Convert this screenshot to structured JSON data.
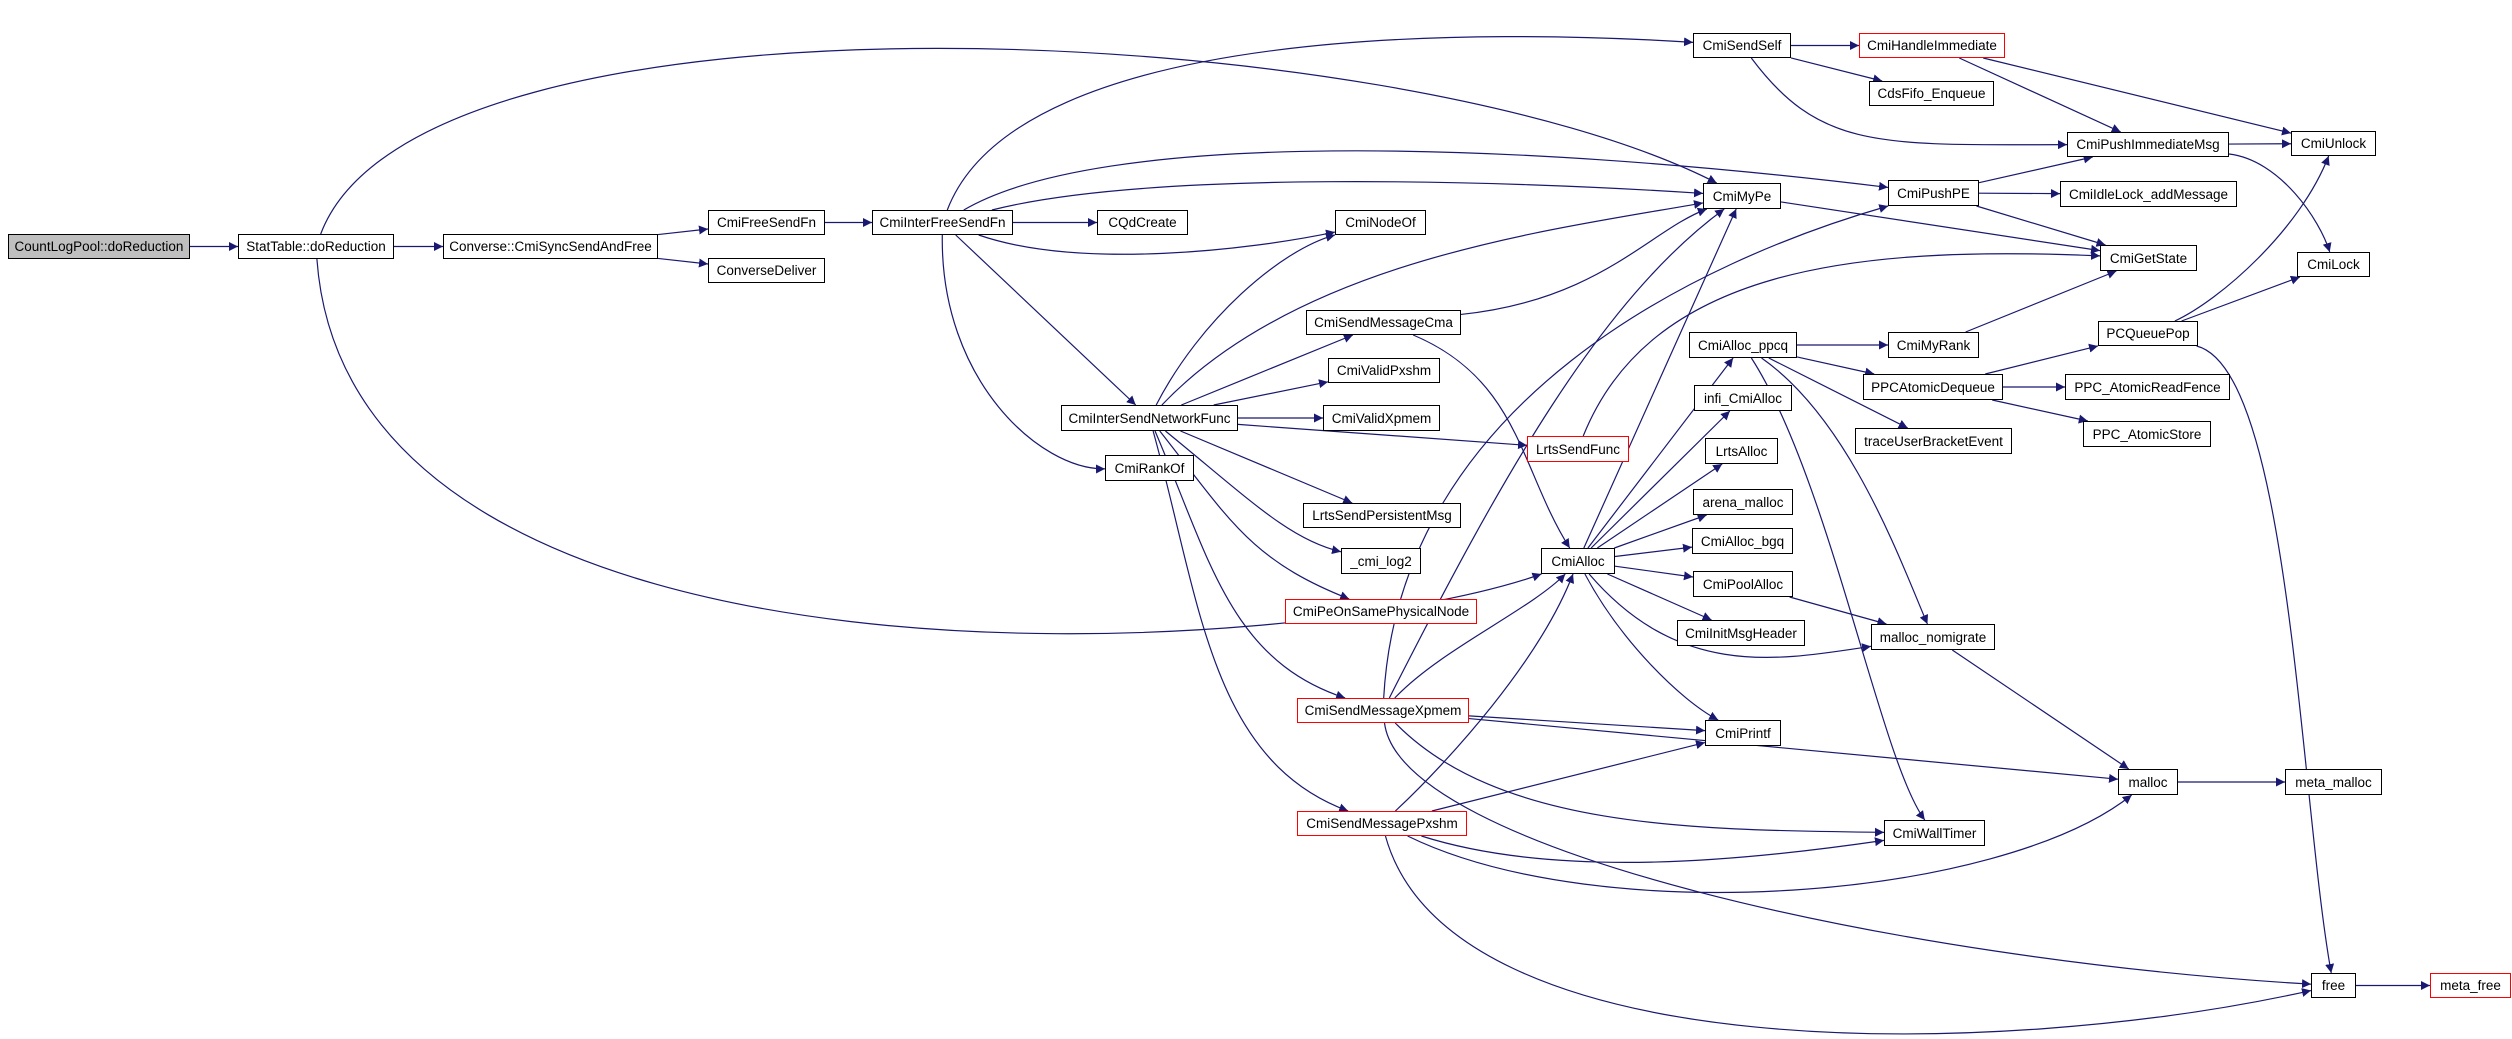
{
  "diagram": {
    "type": "call-graph",
    "edge_color": "#191970",
    "root_fill": "#bfbfbf",
    "external_border_color": "#ff0000",
    "nodes": [
      {
        "id": "countlogpool",
        "label": "CountLogPool::doReduction",
        "style": "root"
      },
      {
        "id": "stattable",
        "label": "StatTable::doReduction",
        "style": "normal"
      },
      {
        "id": "cmisyncsend",
        "label": "Converse::CmiSyncSendAndFree",
        "style": "normal"
      },
      {
        "id": "cmifreesendfn",
        "label": "CmiFreeSendFn",
        "style": "normal"
      },
      {
        "id": "conversedeliver",
        "label": "ConverseDeliver",
        "style": "normal"
      },
      {
        "id": "cmiinterfreesendfn",
        "label": "CmiInterFreeSendFn",
        "style": "normal"
      },
      {
        "id": "cqdcreate",
        "label": "CQdCreate",
        "style": "normal"
      },
      {
        "id": "cminodeof",
        "label": "CmiNodeOf",
        "style": "normal"
      },
      {
        "id": "cmisendself",
        "label": "CmiSendSelf",
        "style": "normal"
      },
      {
        "id": "cmihandleimmediate",
        "label": "CmiHandleImmediate",
        "style": "external"
      },
      {
        "id": "cdsfifoenqueue",
        "label": "CdsFifo_Enqueue",
        "style": "normal"
      },
      {
        "id": "cmipushimmediatemsg",
        "label": "CmiPushImmediateMsg",
        "style": "normal"
      },
      {
        "id": "cmiunlock",
        "label": "CmiUnlock",
        "style": "normal"
      },
      {
        "id": "cmimype",
        "label": "CmiMyPe",
        "style": "normal"
      },
      {
        "id": "cmipushpe",
        "label": "CmiPushPE",
        "style": "normal"
      },
      {
        "id": "cmiidlelock",
        "label": "CmiIdleLock_addMessage",
        "style": "normal"
      },
      {
        "id": "cmigetstate",
        "label": "CmiGetState",
        "style": "normal"
      },
      {
        "id": "cmilock",
        "label": "CmiLock",
        "style": "normal"
      },
      {
        "id": "cmisendmessagecma",
        "label": "CmiSendMessageCma",
        "style": "normal"
      },
      {
        "id": "cmivalidpxshm",
        "label": "CmiValidPxshm",
        "style": "normal"
      },
      {
        "id": "cmiintersendnetworkfunc",
        "label": "CmiInterSendNetworkFunc",
        "style": "normal"
      },
      {
        "id": "cmivalidxpmem",
        "label": "CmiValidXpmem",
        "style": "normal"
      },
      {
        "id": "lrtssendfunc",
        "label": "LrtsSendFunc",
        "style": "external"
      },
      {
        "id": "cmirankof",
        "label": "CmiRankOf",
        "style": "normal"
      },
      {
        "id": "cmiallocppcq",
        "label": "CmiAlloc_ppcq",
        "style": "normal"
      },
      {
        "id": "cmimyrank",
        "label": "CmiMyRank",
        "style": "normal"
      },
      {
        "id": "pcqueuepop",
        "label": "PCQueuePop",
        "style": "normal"
      },
      {
        "id": "ppcatomicdequeue",
        "label": "PPCAtomicDequeue",
        "style": "normal"
      },
      {
        "id": "ppcatomicreadfence",
        "label": "PPC_AtomicReadFence",
        "style": "normal"
      },
      {
        "id": "ppcatomicstore",
        "label": "PPC_AtomicStore",
        "style": "normal"
      },
      {
        "id": "inficmialloc",
        "label": "infi_CmiAlloc",
        "style": "normal"
      },
      {
        "id": "traceuserbracketevent",
        "label": "traceUserBracketEvent",
        "style": "normal"
      },
      {
        "id": "lrtsalloc",
        "label": "LrtsAlloc",
        "style": "normal"
      },
      {
        "id": "arenamalloc",
        "label": "arena_malloc",
        "style": "normal"
      },
      {
        "id": "lrtssendpersistentmsg",
        "label": "LrtsSendPersistentMsg",
        "style": "normal"
      },
      {
        "id": "cmiallocbgq",
        "label": "CmiAlloc_bgq",
        "style": "normal"
      },
      {
        "id": "cmilog2",
        "label": "_cmi_log2",
        "style": "normal"
      },
      {
        "id": "cmialloc",
        "label": "CmiAlloc",
        "style": "normal"
      },
      {
        "id": "cmipoolalloc",
        "label": "CmiPoolAlloc",
        "style": "normal"
      },
      {
        "id": "cmipeonsamephysicalnode",
        "label": "CmiPeOnSamePhysicalNode",
        "style": "external"
      },
      {
        "id": "cmiinitmsgheader",
        "label": "CmiInitMsgHeader",
        "style": "normal"
      },
      {
        "id": "mallocnomigrate",
        "label": "malloc_nomigrate",
        "style": "normal"
      },
      {
        "id": "cmisendmessagexpmem",
        "label": "CmiSendMessageXpmem",
        "style": "external"
      },
      {
        "id": "cmiprintf",
        "label": "CmiPrintf",
        "style": "normal"
      },
      {
        "id": "malloc",
        "label": "malloc",
        "style": "normal"
      },
      {
        "id": "metamalloc",
        "label": "meta_malloc",
        "style": "normal"
      },
      {
        "id": "cmisendmessagepxshm",
        "label": "CmiSendMessagePxshm",
        "style": "external"
      },
      {
        "id": "cmiwalltimer",
        "label": "CmiWallTimer",
        "style": "normal"
      },
      {
        "id": "free",
        "label": "free",
        "style": "normal"
      },
      {
        "id": "metafree",
        "label": "meta_free",
        "style": "external"
      }
    ],
    "edges": [
      [
        "countlogpool",
        "stattable"
      ],
      [
        "stattable",
        "cmisyncsend"
      ],
      [
        "stattable",
        "cmimype"
      ],
      [
        "stattable",
        "cmialloc"
      ],
      [
        "cmisyncsend",
        "cmifreesendfn"
      ],
      [
        "cmisyncsend",
        "conversedeliver"
      ],
      [
        "cmifreesendfn",
        "cmiinterfreesendfn"
      ],
      [
        "cmiinterfreesendfn",
        "cqdcreate"
      ],
      [
        "cmiinterfreesendfn",
        "cminodeof"
      ],
      [
        "cmiinterfreesendfn",
        "cmisendself"
      ],
      [
        "cmiinterfreesendfn",
        "cmimype"
      ],
      [
        "cmiinterfreesendfn",
        "cmipushpe"
      ],
      [
        "cmiinterfreesendfn",
        "cmiintersendnetworkfunc"
      ],
      [
        "cmiinterfreesendfn",
        "cmirankof"
      ],
      [
        "cmisendself",
        "cmihandleimmediate"
      ],
      [
        "cmisendself",
        "cdsfifoenqueue"
      ],
      [
        "cmisendself",
        "cmipushimmediatemsg"
      ],
      [
        "cmihandleimmediate",
        "cmipushimmediatemsg"
      ],
      [
        "cmihandleimmediate",
        "cmiunlock"
      ],
      [
        "cmipushimmediatemsg",
        "cmiunlock"
      ],
      [
        "cmipushimmediatemsg",
        "cmilock"
      ],
      [
        "cmipushpe",
        "cmipushimmediatemsg"
      ],
      [
        "cmipushpe",
        "cmiidlelock"
      ],
      [
        "cmipushpe",
        "cmigetstate"
      ],
      [
        "cmimype",
        "cmigetstate"
      ],
      [
        "cmiintersendnetworkfunc",
        "cminodeof"
      ],
      [
        "cmiintersendnetworkfunc",
        "cmimype"
      ],
      [
        "cmiintersendnetworkfunc",
        "cmisendmessagecma"
      ],
      [
        "cmiintersendnetworkfunc",
        "cmivalidpxshm"
      ],
      [
        "cmiintersendnetworkfunc",
        "cmivalidxpmem"
      ],
      [
        "cmiintersendnetworkfunc",
        "lrtssendfunc"
      ],
      [
        "cmiintersendnetworkfunc",
        "lrtssendpersistentmsg"
      ],
      [
        "cmiintersendnetworkfunc",
        "cmilog2"
      ],
      [
        "cmiintersendnetworkfunc",
        "cmipeonsamephysicalnode"
      ],
      [
        "cmiintersendnetworkfunc",
        "cmisendmessagexpmem"
      ],
      [
        "cmiintersendnetworkfunc",
        "cmisendmessagepxshm"
      ],
      [
        "cmisendmessagecma",
        "cmimype"
      ],
      [
        "cmisendmessagecma",
        "cmialloc"
      ],
      [
        "lrtssendfunc",
        "cmigetstate"
      ],
      [
        "cmialloc",
        "cmimype"
      ],
      [
        "cmialloc",
        "cmiallocppcq"
      ],
      [
        "cmialloc",
        "inficmialloc"
      ],
      [
        "cmialloc",
        "lrtsalloc"
      ],
      [
        "cmialloc",
        "arenamalloc"
      ],
      [
        "cmialloc",
        "cmiallocbgq"
      ],
      [
        "cmialloc",
        "cmipoolalloc"
      ],
      [
        "cmialloc",
        "cmiinitmsgheader"
      ],
      [
        "cmialloc",
        "mallocnomigrate"
      ],
      [
        "cmialloc",
        "cmiprintf"
      ],
      [
        "cmiallocppcq",
        "cmimyrank"
      ],
      [
        "cmiallocppcq",
        "ppcatomicdequeue"
      ],
      [
        "cmiallocppcq",
        "traceuserbracketevent"
      ],
      [
        "cmiallocppcq",
        "mallocnomigrate"
      ],
      [
        "cmiallocppcq",
        "cmiwalltimer"
      ],
      [
        "cmimyrank",
        "cmigetstate"
      ],
      [
        "ppcatomicdequeue",
        "pcqueuepop"
      ],
      [
        "ppcatomicdequeue",
        "ppcatomicreadfence"
      ],
      [
        "ppcatomicdequeue",
        "ppcatomicstore"
      ],
      [
        "pcqueuepop",
        "cmiunlock"
      ],
      [
        "pcqueuepop",
        "cmilock"
      ],
      [
        "pcqueuepop",
        "free"
      ],
      [
        "cmipoolalloc",
        "mallocnomigrate"
      ],
      [
        "mallocnomigrate",
        "malloc"
      ],
      [
        "malloc",
        "metamalloc"
      ],
      [
        "free",
        "metafree"
      ],
      [
        "cmisendmessagexpmem",
        "cmimype"
      ],
      [
        "cmisendmessagexpmem",
        "cmipushpe"
      ],
      [
        "cmisendmessagexpmem",
        "cmialloc"
      ],
      [
        "cmisendmessagexpmem",
        "cmiprintf"
      ],
      [
        "cmisendmessagexpmem",
        "malloc"
      ],
      [
        "cmisendmessagexpmem",
        "cmiwalltimer"
      ],
      [
        "cmisendmessagexpmem",
        "free"
      ],
      [
        "cmisendmessagepxshm",
        "cmialloc"
      ],
      [
        "cmisendmessagepxshm",
        "cmiprintf"
      ],
      [
        "cmisendmessagepxshm",
        "cmiwalltimer"
      ],
      [
        "cmisendmessagepxshm",
        "malloc"
      ],
      [
        "cmisendmessagepxshm",
        "free"
      ]
    ]
  }
}
